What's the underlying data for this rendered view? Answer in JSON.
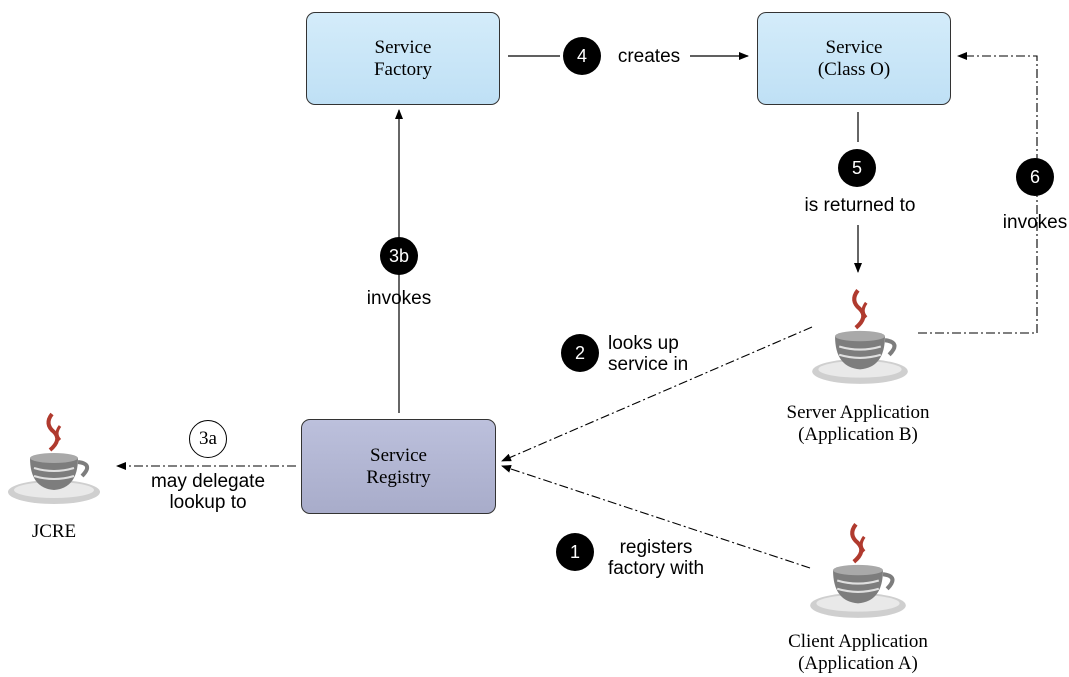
{
  "boxes": {
    "factory": [
      "Service",
      "Factory"
    ],
    "service": [
      "Service",
      "(Class O)"
    ],
    "registry": [
      "Service",
      "Registry"
    ]
  },
  "steps": [
    {
      "num": "1",
      "lines": [
        "registers",
        "factory with"
      ]
    },
    {
      "num": "2",
      "lines": [
        "looks up",
        "service in"
      ]
    },
    {
      "num": "3a",
      "lines": [
        "may delegate",
        "lookup to"
      ]
    },
    {
      "num": "3b",
      "lines": [
        "invokes"
      ]
    },
    {
      "num": "4",
      "lines": [
        "creates"
      ]
    },
    {
      "num": "5",
      "lines": [
        "is returned to"
      ]
    },
    {
      "num": "6",
      "lines": [
        "invokes"
      ]
    }
  ],
  "apps": {
    "jcre": [
      "JCRE"
    ],
    "server": [
      "Server Application",
      "(Application B)"
    ],
    "client": [
      "Client Application",
      "(Application A)"
    ]
  },
  "icons": {
    "app": "java-cup-icon"
  },
  "colors": {
    "box_light": "#c7e5f7",
    "box_registry": "#b2b5d3",
    "badge": "#000000",
    "cup_red": "#b03a2e",
    "cup_gray": "#8a8a8a"
  }
}
